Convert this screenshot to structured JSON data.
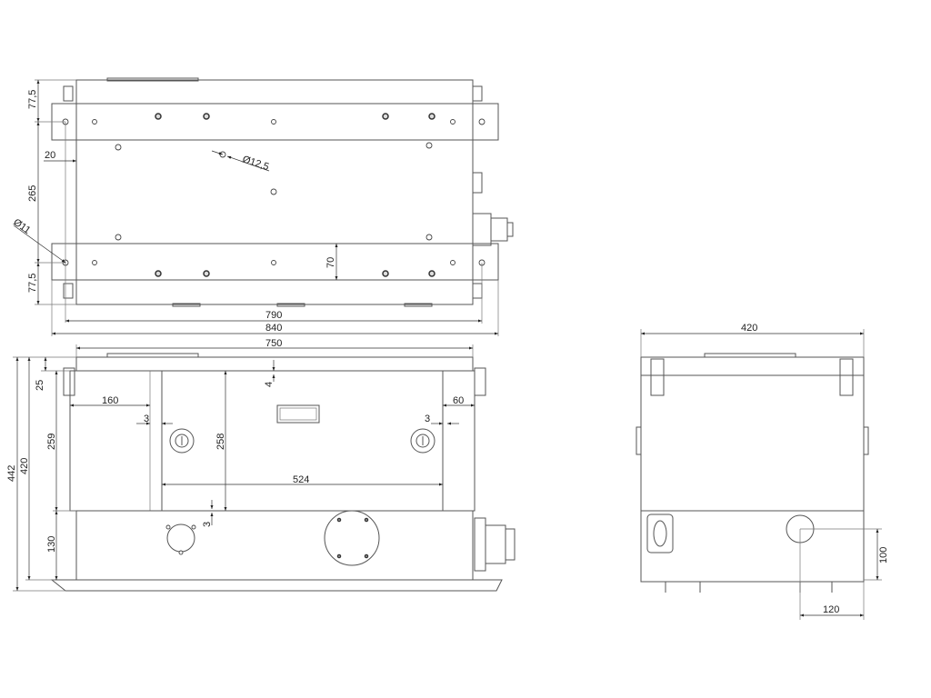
{
  "top_view": {
    "dims": {
      "top_offset": "77,5",
      "edge_offset": "20",
      "hole_large": "Ø12,5",
      "rail_spacing": "265",
      "hole_small": "Ø11",
      "rail_width": "70",
      "bottom_offset": "77,5",
      "hole_span": "790",
      "rail_length": "840"
    }
  },
  "front_view": {
    "dims": {
      "width": "750",
      "total_height": "442",
      "body_height": "420",
      "lid_height": "25",
      "upper_height": "259",
      "lower_height": "130",
      "left_panel": "160",
      "right_panel": "60",
      "gap_left": "3",
      "gap_right": "3",
      "top_gap": "4",
      "panel_height": "258",
      "panel_width": "524",
      "bottom_gap": "3"
    }
  },
  "side_view": {
    "dims": {
      "depth": "420",
      "port_height": "100",
      "port_offset": "120"
    }
  }
}
